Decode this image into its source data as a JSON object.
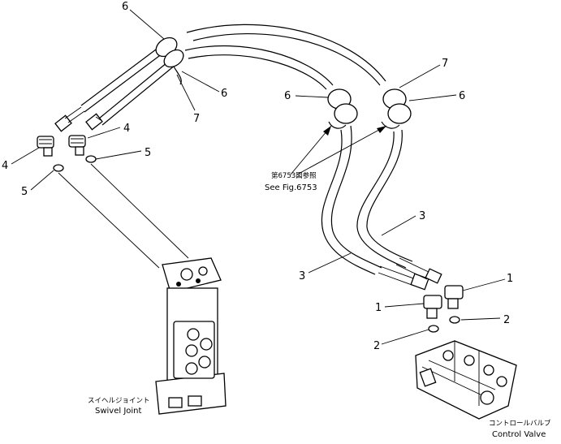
{
  "callouts": {
    "c6_top": "6",
    "c6_mid": "6",
    "c7_left": "7",
    "c4_right": "4",
    "c4_left": "4",
    "c5_right": "5",
    "c5_left": "5",
    "c6_clamp_left": "6",
    "c7_clamp_right": "7",
    "c6_clamp_right": "6",
    "c3_right": "3",
    "c3_left": "3",
    "c1_right": "1",
    "c1_left": "1",
    "c2_right": "2",
    "c2_left": "2"
  },
  "reference": {
    "jp": "第6753図参照",
    "en": "See Fig.6753"
  },
  "components": {
    "swivel_joint_jp": "スイヘルジョイント",
    "swivel_joint_en": "Swivel Joint",
    "control_valve_jp": "コントロールバルブ",
    "control_valve_en": "Control Valve"
  }
}
